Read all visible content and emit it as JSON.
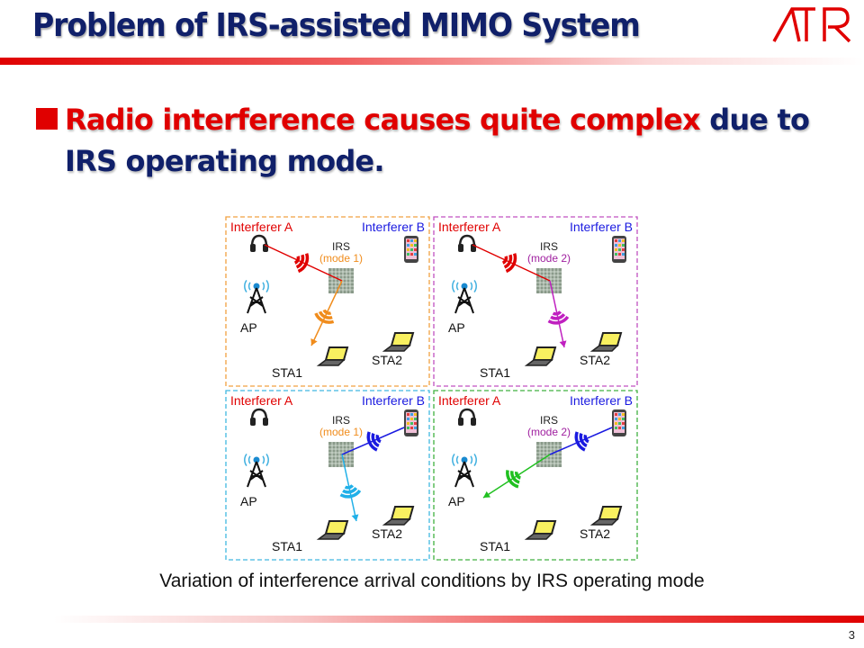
{
  "title": "Problem of IRS-assisted MIMO System",
  "logo_text": "ATR",
  "bullet": {
    "highlight": "Radio interference causes quite complex",
    "rest": " due to IRS operating mode."
  },
  "figure": {
    "panels": [
      {
        "interferer_a": "Interferer A",
        "interferer_b": "Interferer B",
        "irs": "IRS",
        "mode": "(mode 1)",
        "mode_color": "#f08c1c",
        "border_color": "#f0a040",
        "source": "A",
        "reflect_target": "sta1",
        "reflect_color": "#f08c1c",
        "ap": "AP",
        "sta1": "STA1",
        "sta2": "STA2"
      },
      {
        "interferer_a": "Interferer A",
        "interferer_b": "Interferer B",
        "irs": "IRS",
        "mode": "(mode 2)",
        "mode_color": "#a020a0",
        "border_color": "#c050c0",
        "source": "A",
        "reflect_target": "down",
        "reflect_color": "#c020c0",
        "ap": "AP",
        "sta1": "STA1",
        "sta2": "STA2"
      },
      {
        "interferer_a": "Interferer A",
        "interferer_b": "Interferer B",
        "irs": "IRS",
        "mode": "(mode 1)",
        "mode_color": "#f08c1c",
        "border_color": "#40b8e0",
        "source": "B",
        "reflect_target": "down",
        "reflect_color": "#20b0e8",
        "ap": "AP",
        "sta1": "STA1",
        "sta2": "STA2"
      },
      {
        "interferer_a": "Interferer A",
        "interferer_b": "Interferer B",
        "irs": "IRS",
        "mode": "(mode 2)",
        "mode_color": "#a020a0",
        "border_color": "#40b040",
        "source": "B",
        "reflect_target": "ap",
        "reflect_color": "#20c020",
        "ap": "AP",
        "sta1": "STA1",
        "sta2": "STA2"
      }
    ]
  },
  "caption": "Variation of interference arrival conditions by IRS operating mode",
  "page_number": "3"
}
